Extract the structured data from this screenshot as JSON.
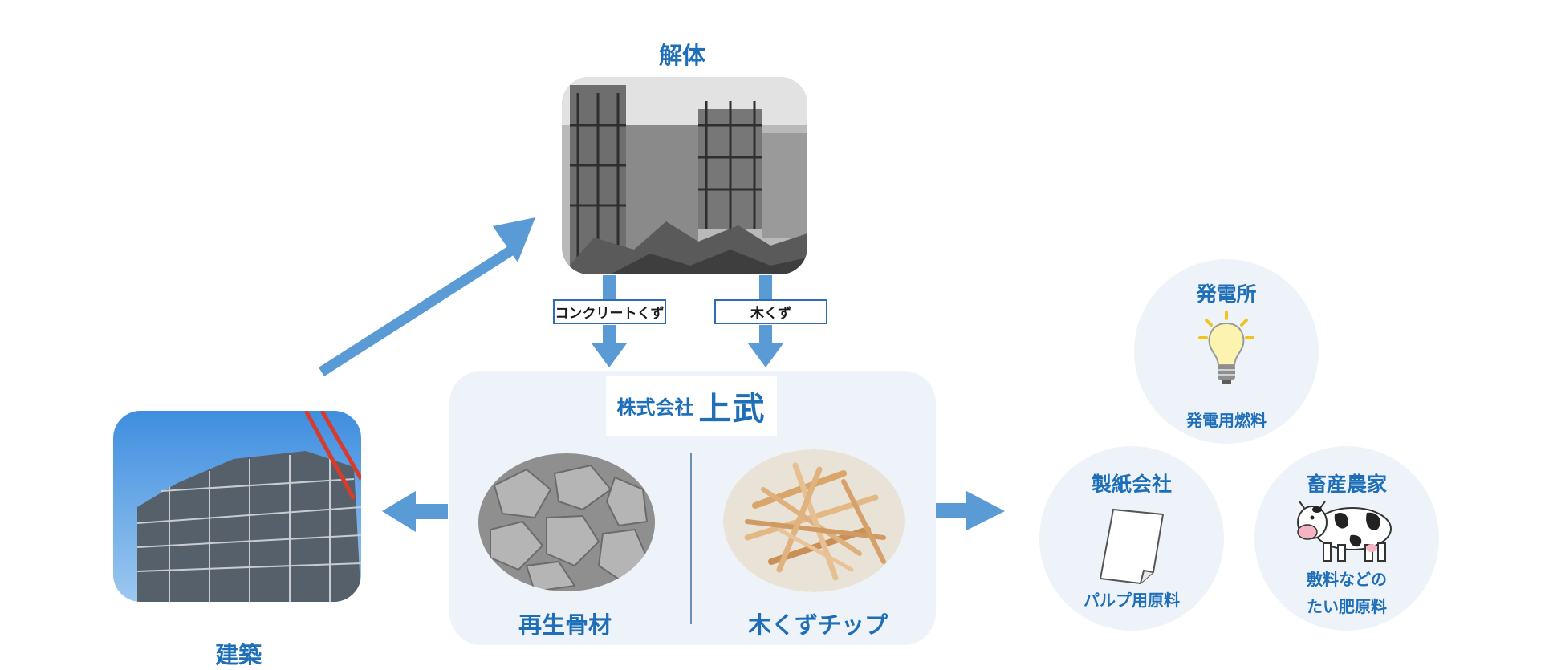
{
  "nodes": {
    "demolition": "解体",
    "construction": "建築"
  },
  "tags": {
    "concrete": "コンクリートくず",
    "wood": "木くず"
  },
  "company": {
    "prefix": "株式会社",
    "name": "上武"
  },
  "products": {
    "aggregate": "再生骨材",
    "chips": "木くずチップ"
  },
  "destinations": {
    "power": {
      "title": "発電所",
      "use": "発電用燃料",
      "icon": "light-bulb-icon"
    },
    "paper": {
      "title": "製紙会社",
      "use": "パルプ用原料",
      "icon": "paper-sheet-icon"
    },
    "livestock": {
      "title": "畜産農家",
      "use_line1": "敷料などの",
      "use_line2": "たい肥原料",
      "icon": "cow-icon"
    }
  },
  "colors": {
    "arrow": "#5b9bd5",
    "label": "#1f6fb8",
    "panel": "#eef3f9"
  }
}
